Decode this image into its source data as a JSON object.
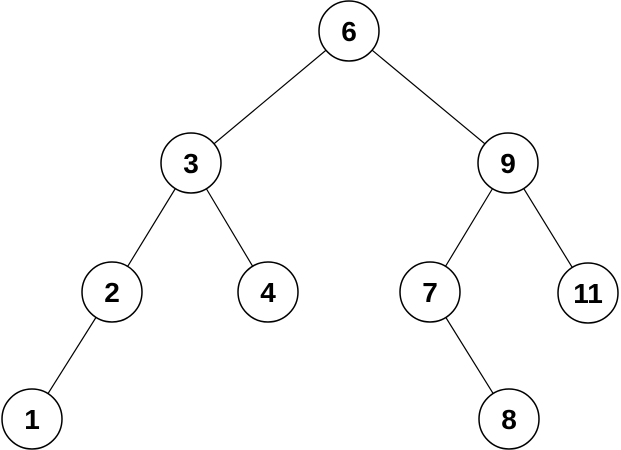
{
  "diagram": {
    "type": "binary-tree",
    "background_color": "#ffffff",
    "node_fill": "#ffffff",
    "node_stroke": "#000000",
    "edge_color": "#000000",
    "label_color": "#000000",
    "node_radius": 30,
    "nodes": [
      {
        "value": "6",
        "level": 1
      },
      {
        "value": "3",
        "level": 2
      },
      {
        "value": "9",
        "level": 2
      },
      {
        "value": "2",
        "level": 3
      },
      {
        "value": "4",
        "level": 3
      },
      {
        "value": "7",
        "level": 3
      },
      {
        "value": "11",
        "level": 3
      },
      {
        "value": "1",
        "level": 4
      },
      {
        "value": "8",
        "level": 4
      }
    ],
    "edges": [
      {
        "from": "6",
        "to": "3"
      },
      {
        "from": "6",
        "to": "9"
      },
      {
        "from": "3",
        "to": "2"
      },
      {
        "from": "3",
        "to": "4"
      },
      {
        "from": "9",
        "to": "7"
      },
      {
        "from": "9",
        "to": "11"
      },
      {
        "from": "2",
        "to": "1"
      },
      {
        "from": "7",
        "to": "8"
      }
    ]
  }
}
